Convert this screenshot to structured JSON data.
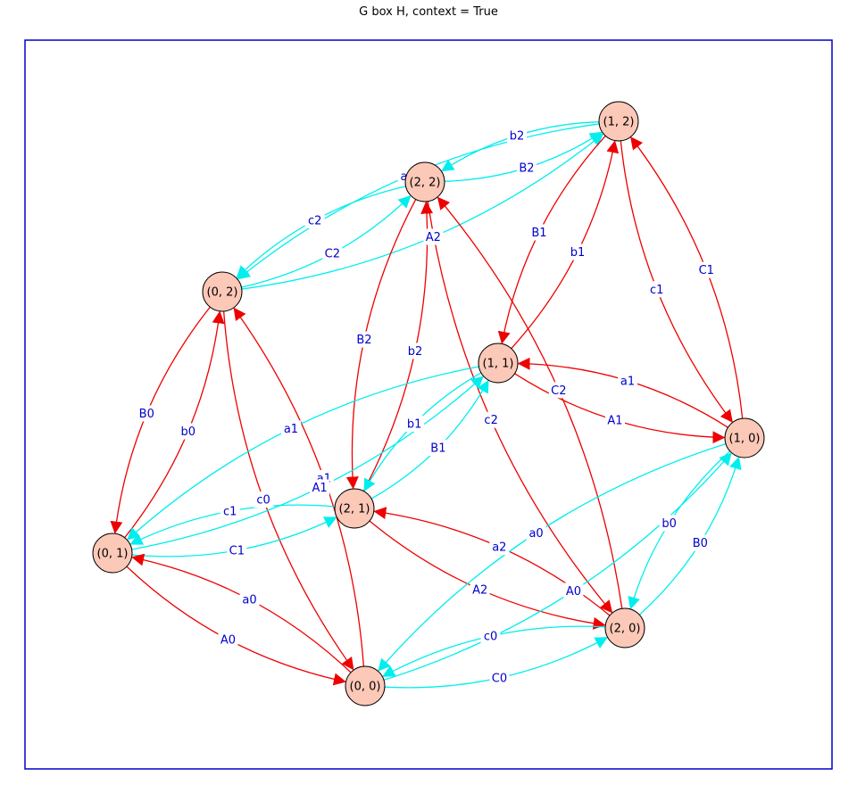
{
  "title": "G box H, context = True",
  "colors": {
    "frame": "#0000cc",
    "node_fill": "#fcc8b8",
    "node_stroke": "#000000",
    "red_edge": "#ee0000",
    "cyan_edge": "#00eeee",
    "label": "#0000cc"
  },
  "nodes": [
    {
      "id": "n12",
      "label": "(1, 2)"
    },
    {
      "id": "n22",
      "label": "(2, 2)"
    },
    {
      "id": "n02",
      "label": "(0, 2)"
    },
    {
      "id": "n11",
      "label": "(1, 1)"
    },
    {
      "id": "n10",
      "label": "(1, 0)"
    },
    {
      "id": "n21",
      "label": "(2, 1)"
    },
    {
      "id": "n01",
      "label": "(0, 1)"
    },
    {
      "id": "n20",
      "label": "(2, 0)"
    },
    {
      "id": "n00",
      "label": "(0, 0)"
    }
  ],
  "edges": [
    {
      "from": "n22",
      "to": "n12",
      "label": "B2",
      "color": "cyan"
    },
    {
      "from": "n12",
      "to": "n22",
      "label": "b2",
      "color": "cyan"
    },
    {
      "from": "n22",
      "to": "n02",
      "label": "c2",
      "color": "cyan"
    },
    {
      "from": "n02",
      "to": "n22",
      "label": "C2",
      "color": "cyan"
    },
    {
      "from": "n02",
      "to": "n12",
      "label": "A2",
      "color": "cyan"
    },
    {
      "from": "n12",
      "to": "n02",
      "label": "a2",
      "color": "cyan"
    },
    {
      "from": "n12",
      "to": "n11",
      "label": "B1",
      "color": "red"
    },
    {
      "from": "n11",
      "to": "n12",
      "label": "b1",
      "color": "red"
    },
    {
      "from": "n12",
      "to": "n10",
      "label": "c1",
      "color": "red"
    },
    {
      "from": "n10",
      "to": "n12",
      "label": "C1",
      "color": "red"
    },
    {
      "from": "n10",
      "to": "n11",
      "label": "a1",
      "color": "red"
    },
    {
      "from": "n11",
      "to": "n10",
      "label": "A1",
      "color": "red"
    },
    {
      "from": "n22",
      "to": "n21",
      "label": "B2",
      "color": "red"
    },
    {
      "from": "n21",
      "to": "n22",
      "label": "b2",
      "color": "red"
    },
    {
      "from": "n22",
      "to": "n20",
      "label": "c2",
      "color": "red"
    },
    {
      "from": "n20",
      "to": "n22",
      "label": "C2",
      "color": "red"
    },
    {
      "from": "n02",
      "to": "n01",
      "label": "B0",
      "color": "red"
    },
    {
      "from": "n01",
      "to": "n02",
      "label": "b0",
      "color": "red"
    },
    {
      "from": "n02",
      "to": "n00",
      "label": "c0",
      "color": "red"
    },
    {
      "from": "n00",
      "to": "n02",
      "label": "a1",
      "color": "red"
    },
    {
      "from": "n01",
      "to": "n11",
      "label": "A1",
      "color": "cyan"
    },
    {
      "from": "n21",
      "to": "n11",
      "label": "B1",
      "color": "cyan"
    },
    {
      "from": "n11",
      "to": "n21",
      "label": "b1",
      "color": "cyan"
    },
    {
      "from": "n11",
      "to": "n01",
      "label": "a1",
      "color": "cyan"
    },
    {
      "from": "n21",
      "to": "n01",
      "label": "c1",
      "color": "cyan"
    },
    {
      "from": "n01",
      "to": "n21",
      "label": "C1",
      "color": "cyan"
    },
    {
      "from": "n21",
      "to": "n20",
      "label": "A2",
      "color": "red"
    },
    {
      "from": "n20",
      "to": "n21",
      "label": "a2",
      "color": "red"
    },
    {
      "from": "n01",
      "to": "n00",
      "label": "A0",
      "color": "red"
    },
    {
      "from": "n00",
      "to": "n01",
      "label": "a0",
      "color": "red"
    },
    {
      "from": "n00",
      "to": "n10",
      "label": "A0",
      "color": "cyan"
    },
    {
      "from": "n10",
      "to": "n00",
      "label": "a0",
      "color": "cyan"
    },
    {
      "from": "n20",
      "to": "n10",
      "label": "B0",
      "color": "cyan"
    },
    {
      "from": "n10",
      "to": "n20",
      "label": "b0",
      "color": "cyan"
    },
    {
      "from": "n20",
      "to": "n00",
      "label": "c0",
      "color": "cyan"
    },
    {
      "from": "n00",
      "to": "n20",
      "label": "C0",
      "color": "cyan"
    }
  ]
}
